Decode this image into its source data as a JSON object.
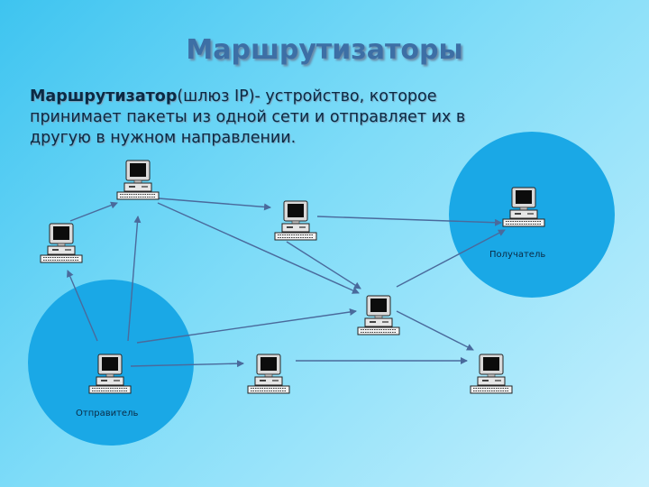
{
  "slide": {
    "title": "Маршрутизаторы",
    "definition_term": "Маршрутизатор",
    "definition_rest": "(шлюз IP)- устройство, которое принимает пакеты из одной сети и отправляет их в другую в нужном направлении."
  },
  "diagram": {
    "receiver_label": "Получатель",
    "sender_label": "Отправитель",
    "network_color": "#1aa8e6",
    "link_color": "#4a6a9c"
  }
}
